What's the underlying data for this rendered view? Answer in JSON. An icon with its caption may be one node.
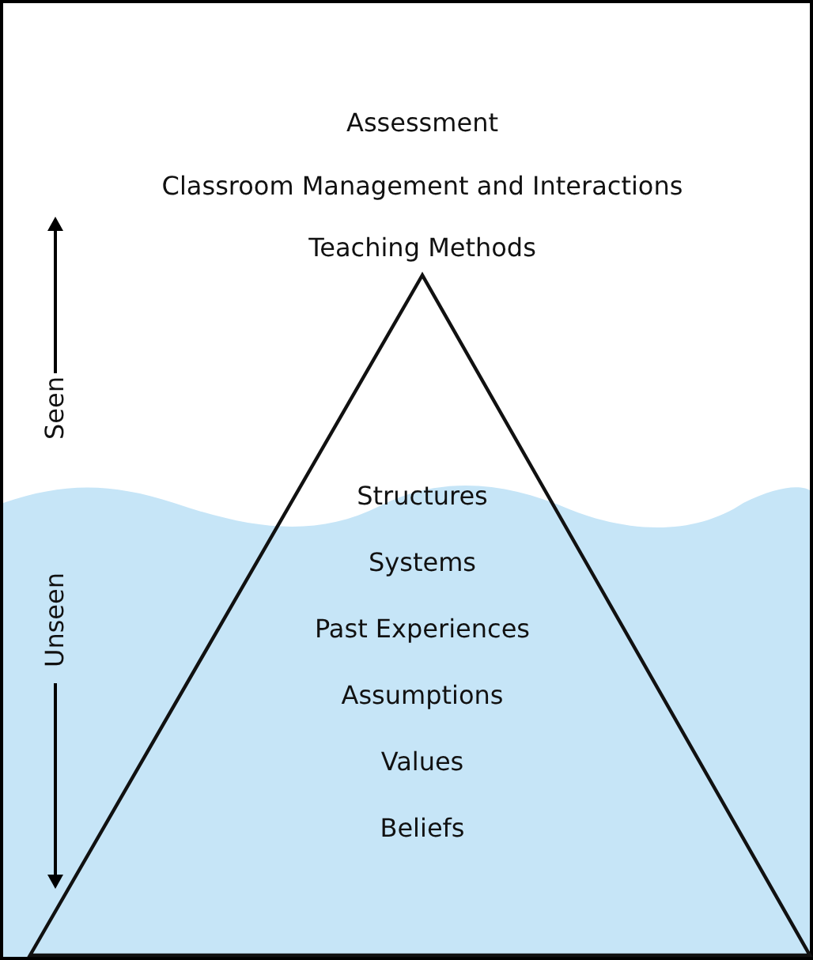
{
  "diagram": {
    "nodes": [
      {
        "text": [
          "Structures",
          "Systems",
          "Past Experiences",
          "Assumptions",
          "Values",
          "Beliefs"
        ]
      }
    ],
    "edges": [],
    "labels": [
      "Assessment",
      "Classroom Management and Interactions",
      "Teaching Methods",
      "Seen",
      "Unseen"
    ]
  }
}
